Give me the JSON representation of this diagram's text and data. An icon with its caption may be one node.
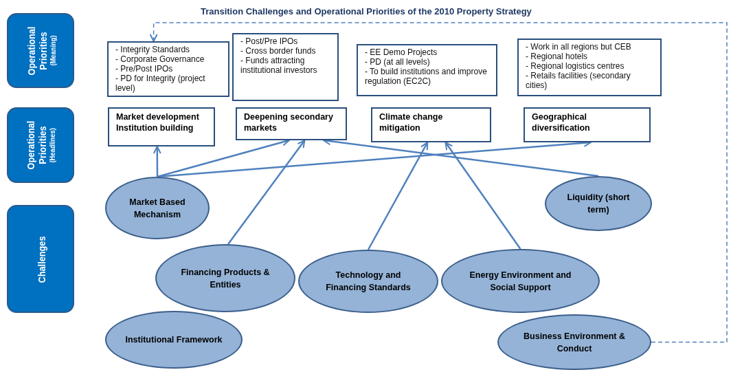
{
  "diagram": {
    "title": "Transition Challenges and Operational Priorities of the 2010 Property Strategy",
    "nodes": [
      {
        "text": [
          "Operational Priorities",
          "(Meaning)"
        ]
      },
      {
        "text": [
          "Operational Priorities",
          "(Headlines)"
        ]
      },
      {
        "text": [
          "Challenges"
        ]
      },
      {
        "text": [
          "- Integrity Standards",
          "- Corporate Governance",
          "- Pre/Post IPOs",
          "- PD for Integrity (project level)"
        ]
      },
      {
        "text": [
          "- Post/Pre IPOs",
          "- Cross border funds",
          "- Funds attracting institutional investors"
        ]
      },
      {
        "text": [
          "- EE Demo Projects",
          "- PD (at all levels)",
          "- To build institutions and improve regulation (EC2C)"
        ]
      },
      {
        "text": [
          "- Work in all regions but CEB",
          "- Regional hotels",
          "- Regional logistics centres",
          "- Retails facilities (secondary cities)"
        ]
      },
      {
        "text": [
          "Market development Institution building"
        ]
      },
      {
        "text": [
          "Deepening secondary markets"
        ]
      },
      {
        "text": [
          "Climate change mitigation"
        ]
      },
      {
        "text": [
          "Geographical diversification"
        ]
      },
      {
        "text": [
          "Market Based Mechanism"
        ]
      },
      {
        "text": [
          "Liquidity (short term)"
        ]
      },
      {
        "text": [
          "Financing Products & Entities"
        ]
      },
      {
        "text": [
          "Technology and Financing Standards"
        ]
      },
      {
        "text": [
          "Energy Environment and Social Support"
        ]
      },
      {
        "text": [
          "Institutional Framework"
        ]
      },
      {
        "text": [
          "Business Environment & Conduct"
        ]
      }
    ],
    "edges": [
      {
        "from": 11,
        "to": 7,
        "arrow": "to"
      },
      {
        "from": 11,
        "to": 8,
        "arrow": "to"
      },
      {
        "from": 11,
        "to": 10,
        "arrow": "to"
      },
      {
        "from": 13,
        "to": 8,
        "arrow": "to"
      },
      {
        "from": 12,
        "to": 8,
        "arrow": "to"
      },
      {
        "from": 14,
        "to": 9,
        "arrow": "to"
      },
      {
        "from": 15,
        "to": 9,
        "arrow": "to"
      },
      {
        "from": 17,
        "to": 3,
        "arrow": "to",
        "style": "dashed"
      }
    ]
  }
}
